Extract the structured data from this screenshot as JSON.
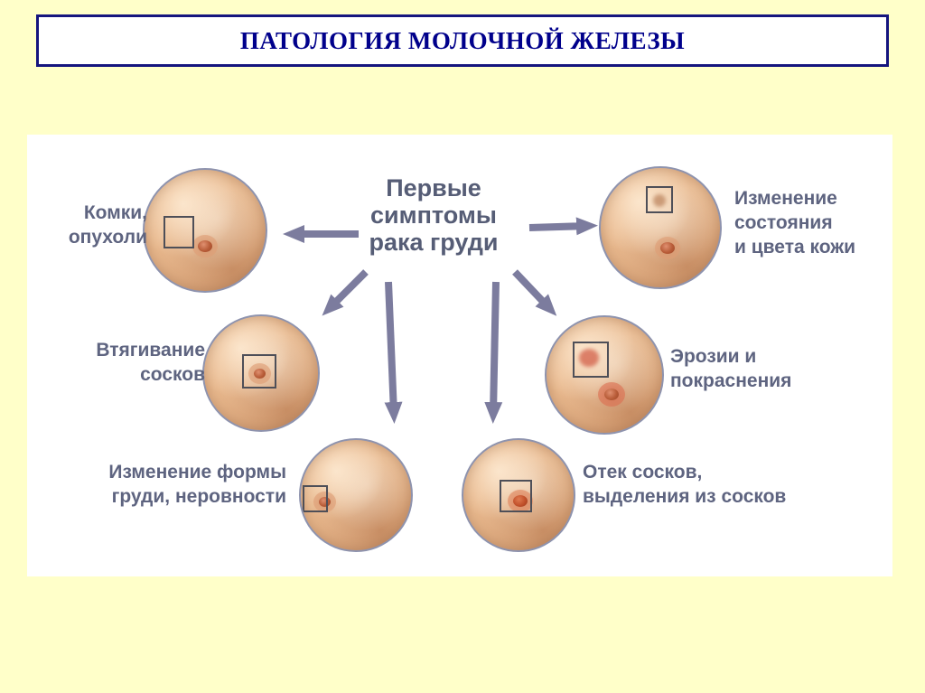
{
  "slide": {
    "title": "ПАТОЛОГИЯ МОЛОЧНОЙ ЖЕЛЕЗЫ"
  },
  "diagram": {
    "center_text": "Первые\nсимптомы\nрака груди",
    "nodes": [
      {
        "id": "lumps",
        "label": "Комки,\nопухоли"
      },
      {
        "id": "skin-change",
        "label": "Изменение\nсостояния\nи цвета кожи"
      },
      {
        "id": "nipple-retraction",
        "label": "Втягивание\nсосков"
      },
      {
        "id": "erosions",
        "label": "Эрозии и\nпокраснения"
      },
      {
        "id": "shape-change",
        "label": "Изменение формы\nгруди, неровности"
      },
      {
        "id": "nipple-swelling-discharge",
        "label": "Отек сосков,\nвыделения из сосков"
      }
    ],
    "colors": {
      "page_background": "#FFFFC9",
      "panel_background": "#FFFFFF",
      "title_text": "#00008B",
      "title_border": "#15157E",
      "label_text": "#5E6480",
      "center_text": "#565D76",
      "arrow": "#7C7C9E",
      "skin_tone": "#E8B88D"
    }
  }
}
